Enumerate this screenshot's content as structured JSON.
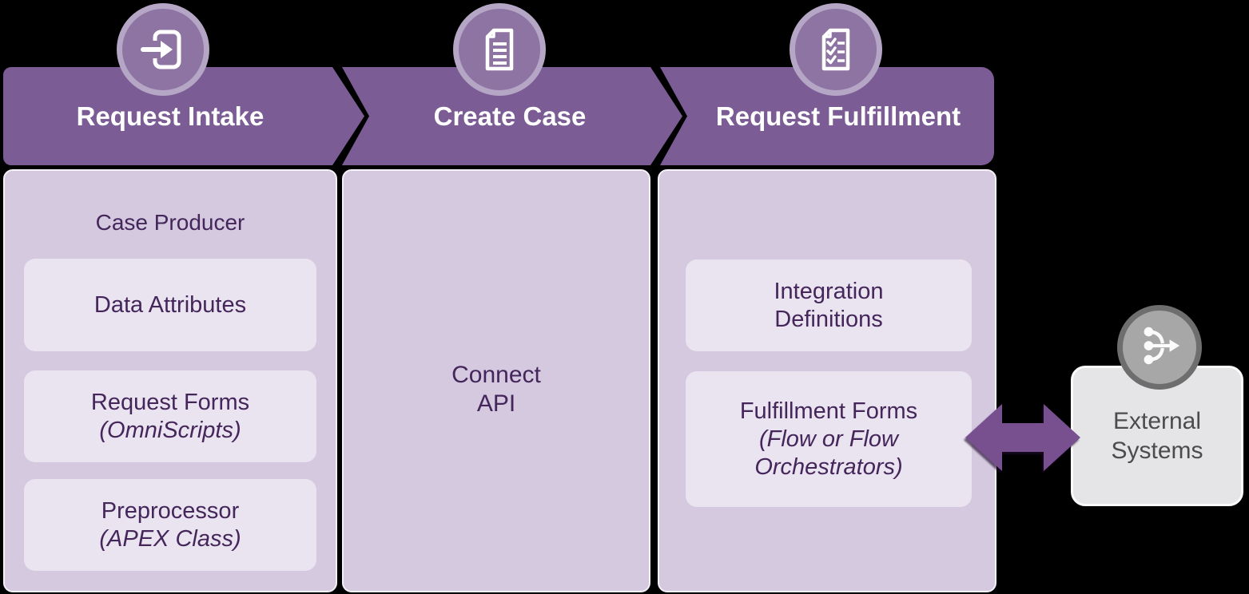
{
  "colors": {
    "background": "#000000",
    "header_purple": "#7b5c95",
    "header_text": "#ffffff",
    "icon_circle_fill": "#8d74a3",
    "icon_circle_ring": "#b5a6c6",
    "column_bg": "#d5c9e0",
    "card_bg": "#eae3f0",
    "text_purple": "#44265a",
    "arrow_purple": "#785090",
    "external_box_bg": "#e5e4e6",
    "external_circle_fill": "#a7a7a7",
    "external_circle_ring": "#6e6e6e",
    "external_text": "#4c4c4c"
  },
  "stages": [
    {
      "label": "Request Intake",
      "icon": "enter-icon"
    },
    {
      "label": "Create Case",
      "icon": "document-icon"
    },
    {
      "label": "Request Fulfillment",
      "icon": "checklist-icon"
    }
  ],
  "intake": {
    "label": "Case Producer",
    "card1": {
      "line1": "Data Attributes"
    },
    "card2": {
      "line1": "Request Forms",
      "line2": "(OmniScripts)"
    },
    "card3": {
      "line1": "Preprocessor",
      "line2": "(APEX Class)"
    }
  },
  "create_case": {
    "line1": "Connect",
    "line2": "API"
  },
  "fulfillment": {
    "card1": {
      "line1": "Integration",
      "line2": "Definitions"
    },
    "card2": {
      "line1": "Fulfillment Forms",
      "line2": "(Flow or Flow",
      "line3": "Orchestrators)"
    }
  },
  "external": {
    "line1": "External",
    "line2": "Systems",
    "icon": "flow-merge-icon"
  }
}
